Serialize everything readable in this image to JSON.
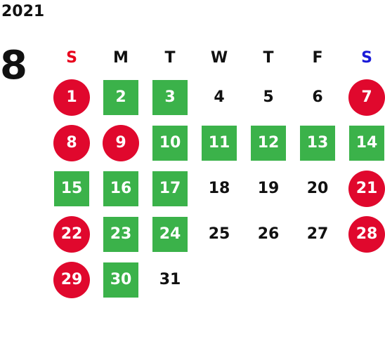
{
  "year": "2021",
  "month": "8",
  "colors": {
    "sunday_header": "#e8001c",
    "saturday_header": "#1a1ad8",
    "weekday_header": "#111111",
    "holiday_circle": "#e0082d",
    "open_square": "#3bb24a",
    "plain_text": "#111111"
  },
  "weekdays": [
    {
      "label": "S",
      "kind": "sun"
    },
    {
      "label": "M",
      "kind": "wk"
    },
    {
      "label": "T",
      "kind": "wk"
    },
    {
      "label": "W",
      "kind": "wk"
    },
    {
      "label": "T",
      "kind": "wk"
    },
    {
      "label": "F",
      "kind": "wk"
    },
    {
      "label": "S",
      "kind": "sat"
    }
  ],
  "leading_blank_days": 0,
  "days": [
    {
      "label": "1",
      "style": "holiday"
    },
    {
      "label": "2",
      "style": "open"
    },
    {
      "label": "3",
      "style": "open"
    },
    {
      "label": "4",
      "style": "plain"
    },
    {
      "label": "5",
      "style": "plain"
    },
    {
      "label": "6",
      "style": "plain"
    },
    {
      "label": "7",
      "style": "holiday"
    },
    {
      "label": "8",
      "style": "holiday"
    },
    {
      "label": "9",
      "style": "holiday"
    },
    {
      "label": "10",
      "style": "open"
    },
    {
      "label": "11",
      "style": "open"
    },
    {
      "label": "12",
      "style": "open"
    },
    {
      "label": "13",
      "style": "open"
    },
    {
      "label": "14",
      "style": "open"
    },
    {
      "label": "15",
      "style": "open"
    },
    {
      "label": "16",
      "style": "open"
    },
    {
      "label": "17",
      "style": "open"
    },
    {
      "label": "18",
      "style": "plain"
    },
    {
      "label": "19",
      "style": "plain"
    },
    {
      "label": "20",
      "style": "plain"
    },
    {
      "label": "21",
      "style": "holiday"
    },
    {
      "label": "22",
      "style": "holiday"
    },
    {
      "label": "23",
      "style": "open"
    },
    {
      "label": "24",
      "style": "open"
    },
    {
      "label": "25",
      "style": "plain"
    },
    {
      "label": "26",
      "style": "plain"
    },
    {
      "label": "27",
      "style": "plain"
    },
    {
      "label": "28",
      "style": "holiday"
    },
    {
      "label": "29",
      "style": "holiday"
    },
    {
      "label": "30",
      "style": "open"
    },
    {
      "label": "31",
      "style": "plain"
    }
  ]
}
